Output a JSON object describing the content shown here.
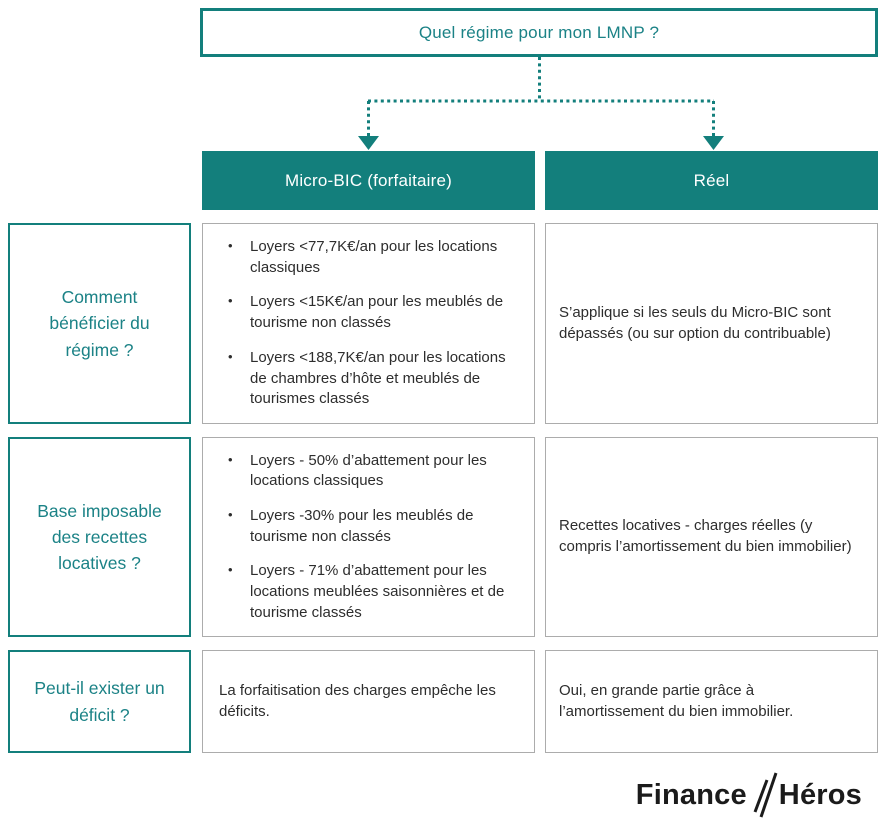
{
  "title": "Quel régime pour mon LMNP ?",
  "columns": {
    "micro": "Micro-BIC (forfaitaire)",
    "reel": "Réel"
  },
  "rows": [
    {
      "label": "Comment bénéficier du régime ?",
      "micro": [
        "Loyers <77,7K€/an pour les locations classiques",
        "Loyers <15K€/an pour les meublés de tourisme non classés",
        "Loyers <188,7K€/an pour les locations de chambres d’hôte et meublés de tourismes classés"
      ],
      "reel": "S’applique si les seuls du Micro-BIC sont dépassés (ou sur option du contribuable)"
    },
    {
      "label": "Base imposable des recettes locatives ?",
      "micro": [
        "Loyers - 50% d’abattement pour les locations classiques",
        "Loyers -30% pour les meublés de tourisme non classés",
        "Loyers - 71% d’abattement pour les locations meublées saisonnières et de tourisme classés"
      ],
      "reel": "Recettes locatives - charges réelles (y compris l’amortissement du bien immobilier)"
    },
    {
      "label": "Peut-il exister un déficit ?",
      "micro_text": "La forfaitisation des charges empêche les déficits.",
      "reel": "Oui, en grande partie grâce à l’amortissement du bien immobilier."
    }
  ],
  "bullet_glyph": "•",
  "logo": {
    "first": "Finance",
    "second": "Héros"
  },
  "colors": {
    "teal": "#137F7C",
    "teal_text": "#1B8286",
    "cell_border": "#ACACAC",
    "text": "#2D2D2D",
    "logo": "#1B1B1B"
  }
}
